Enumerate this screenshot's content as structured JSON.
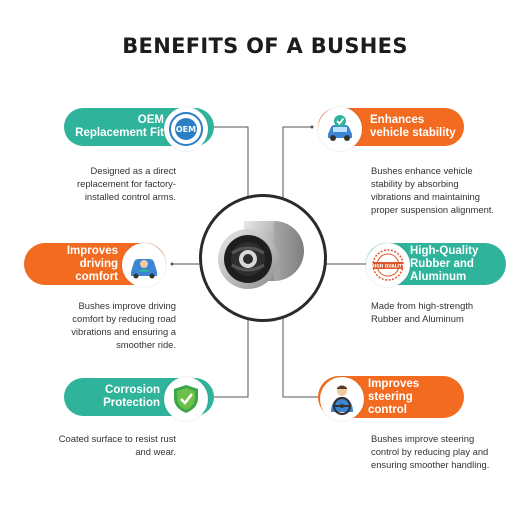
{
  "title": "BENEFITS OF A BUSHES",
  "colors": {
    "teal": "#2fb39a",
    "orange": "#f26b21",
    "dark": "#2b2b2b"
  },
  "benefits": [
    {
      "label_line1": "OEM",
      "label_line2": "Replacement Fit",
      "icon": "oem-seal-icon",
      "desc_lines": [
        "Designed as a direct",
        "replacement for factory-",
        "installed control arms."
      ]
    },
    {
      "label_line1": "Enhances",
      "label_line2": "vehicle stability",
      "icon": "car-check-icon",
      "desc_lines": [
        "Bushes enhance vehicle",
        "stability by absorbing",
        "vibrations and maintaining",
        "proper suspension alignment."
      ]
    },
    {
      "label_line1": "Improves",
      "label_line2": "driving",
      "label_line3": "comfort",
      "icon": "driver-car-icon",
      "desc_lines": [
        "Bushes improve driving",
        "comfort by reducing road",
        "vibrations and ensuring a",
        "smoother ride."
      ]
    },
    {
      "label_line1": "High-Quality",
      "label_line2": "Rubber and",
      "label_line3": "Aluminum",
      "icon": "high-quality-stamp-icon",
      "stamp_text": "HIGH QUALITY",
      "desc_lines": [
        "Made from high-strength",
        "Rubber and Aluminum"
      ]
    },
    {
      "label_line1": "Corrosion",
      "label_line2": "Protection",
      "icon": "shield-check-icon",
      "desc_lines": [
        "Coated surface to resist rust",
        "and wear."
      ]
    },
    {
      "label_line1": "Improves",
      "label_line2": "steering",
      "label_line3": "control",
      "icon": "steering-wheel-driver-icon",
      "desc_lines": [
        "Bushes improve steering",
        "control by reducing play and",
        "ensuring smoother handling."
      ]
    }
  ]
}
